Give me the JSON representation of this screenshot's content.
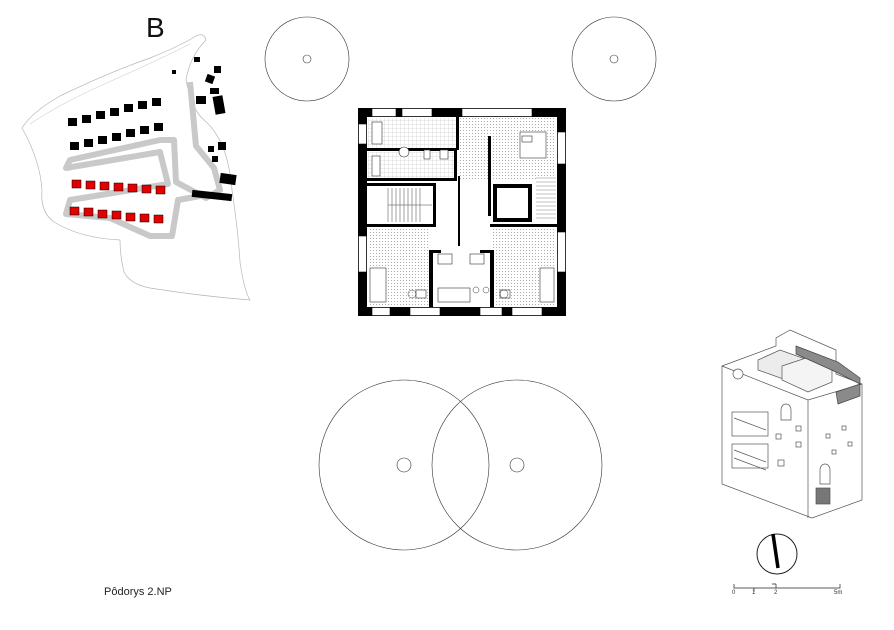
{
  "site": {
    "letter": "B"
  },
  "caption": {
    "floor": "Pôdorys 2.NP"
  },
  "scale": {
    "labels": [
      "0",
      "1",
      "2",
      "5m"
    ]
  },
  "colors": {
    "highlight": "#e30000",
    "ink": "#000000",
    "hatch": "#bdbdbd",
    "bg": "#ffffff"
  }
}
